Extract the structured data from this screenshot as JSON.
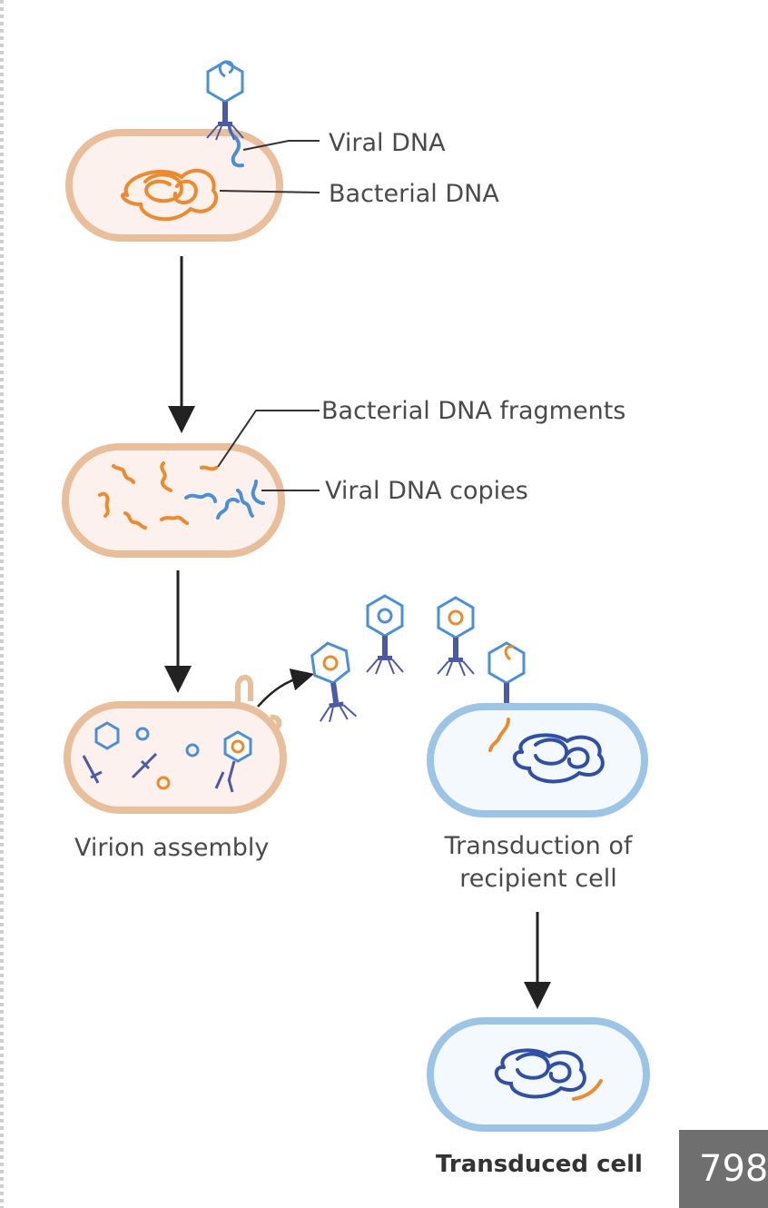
{
  "labels": {
    "viral_dna": "Viral DNA",
    "bacterial_dna": "Bacterial DNA",
    "bacterial_dna_fragments": "Bacterial DNA fragments",
    "viral_dna_copies": "Viral DNA copies",
    "virion_assembly": "Virion assembly",
    "transduction_line1": "Transduction of",
    "transduction_line2": "recipient cell",
    "transduced_cell": "Transduced cell"
  },
  "page_number": "798",
  "colors": {
    "donor_membrane": "#e8bf9a",
    "donor_cytoplasm": "#fdf1ee",
    "recipient_membrane": "#9cc4e6",
    "recipient_cytoplasm": "#f4f9fd",
    "bacterial_dna": "#ee8a2c",
    "viral_dna": "#4a90d9",
    "recipient_dna": "#2f4fa8",
    "phage": "#4a5aa8",
    "arrow": "#222222"
  }
}
